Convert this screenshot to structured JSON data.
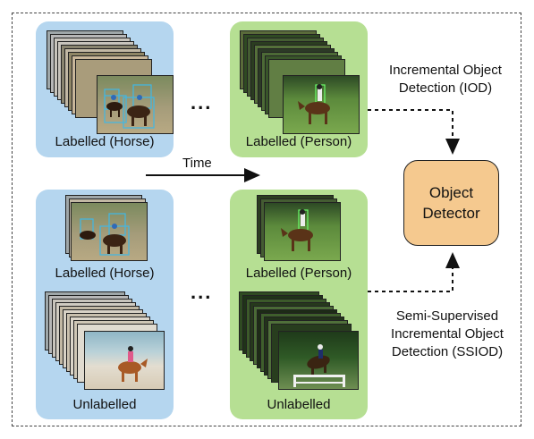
{
  "panels": {
    "top_left_label": "Labelled (Horse)",
    "top_right_label": "Labelled (Person)",
    "bottom_left_label_1": "Labelled (Horse)",
    "bottom_left_label_2": "Unlabelled",
    "bottom_right_label_1": "Labelled (Person)",
    "bottom_right_label_2": "Unlabelled"
  },
  "time_label": "Time",
  "ellipsis": "...",
  "detector_label": "Object\nDetector",
  "iod_line1": "Incremental Object",
  "iod_line2": "Detection (IOD)",
  "ssiod_line1": "Semi-Supervised",
  "ssiod_line2": "Incremental Object",
  "ssiod_line3": "Detection (SSIOD)",
  "colors": {
    "labelled_horse_panel": "#b5d6ef",
    "labelled_person_panel": "#b6df93",
    "detector_box": "#f5c98f"
  }
}
